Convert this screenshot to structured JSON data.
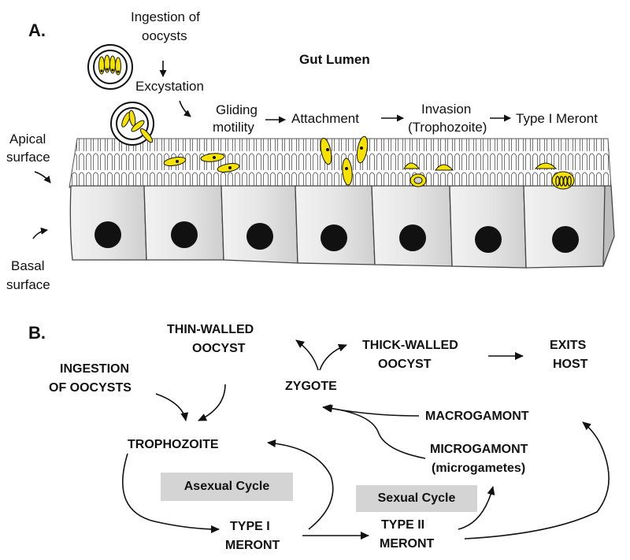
{
  "panel_a": {
    "label": "A.",
    "title": "Gut Lumen",
    "ingestion_line1": "Ingestion of",
    "ingestion_line2": "oocysts",
    "excystation": "Excystation",
    "gliding_line1": "Gliding",
    "gliding_line2": "motility",
    "attachment": "Attachment",
    "invasion_line1": "Invasion",
    "invasion_line2": "(Trophozoite)",
    "meront": "Type I Meront",
    "apical_line1": "Apical",
    "apical_line2": "surface",
    "basal_line1": "Basal",
    "basal_line2": "surface"
  },
  "panel_b": {
    "label": "B.",
    "thin_line1": "THIN-WALLED",
    "thin_line2": "OOCYST",
    "thick_line1": "THICK-WALLED",
    "thick_line2": "OOCYST",
    "exits_line1": "EXITS",
    "exits_line2": "HOST",
    "ingestion_line1": "INGESTION",
    "ingestion_line2": "OF OOCYSTS",
    "zygote": "ZYGOTE",
    "macrogamont": "MACROGAMONT",
    "microgamont_line1": "MICROGAMONT",
    "microgamont_line2": "(microgametes)",
    "trophozoite": "TROPHOZOITE",
    "asexual": "Asexual Cycle",
    "sexual": "Sexual Cycle",
    "type1_line1": "TYPE I",
    "type1_line2": "MERONT",
    "type2_line1": "TYPE II",
    "type2_line2": "MERONT"
  },
  "colors": {
    "parasite": "#f5e200",
    "cell": "#e3e3e3",
    "nucleus": "#111111",
    "cycle_box": "#d4d4d4"
  }
}
